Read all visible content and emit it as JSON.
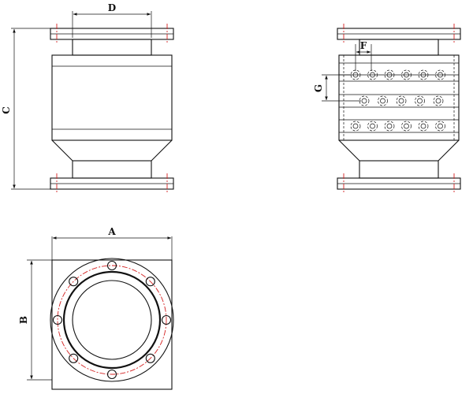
{
  "dimensions": {
    "a": "A",
    "b": "B",
    "c": "C",
    "d": "D",
    "f": "F",
    "g": "G"
  },
  "colors": {
    "line": "#111111",
    "centerline": "#d42020"
  },
  "side_view": {
    "hole_rows": [
      6,
      5,
      6
    ]
  },
  "bottom_view": {
    "bolt_hole_count": 8
  }
}
